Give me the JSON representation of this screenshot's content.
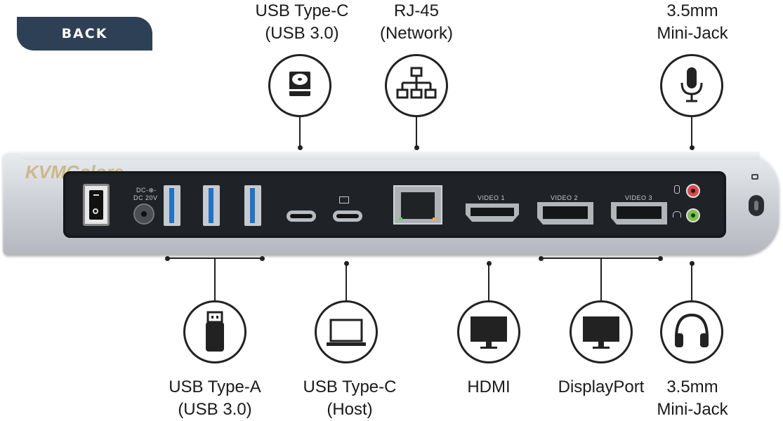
{
  "back_button": {
    "label": "BACK"
  },
  "watermark": "KVMGalore",
  "dock": {
    "dc_label_top": "DC-⊕-",
    "dc_label": "DC 20V",
    "video_labels": [
      "VIDEO 1",
      "VIDEO 2",
      "VIDEO 3"
    ]
  },
  "top_ports": [
    {
      "line1": "USB Type-C",
      "line2": "(USB 3.0)",
      "icon": "hard-drive-icon"
    },
    {
      "line1": "RJ-45",
      "line2": "(Network)",
      "icon": "network-icon"
    },
    {
      "line1": "3.5mm",
      "line2": "Mini-Jack",
      "icon": "microphone-icon"
    }
  ],
  "bottom_ports": [
    {
      "line1": "USB Type-A",
      "line2": "(USB 3.0)",
      "icon": "usb-stick-icon"
    },
    {
      "line1": "USB Type-C",
      "line2": "(Host)",
      "icon": "laptop-icon"
    },
    {
      "line1": "HDMI",
      "line2": "",
      "icon": "monitor-icon"
    },
    {
      "line1": "DisplayPort",
      "line2": "",
      "icon": "monitor-icon"
    },
    {
      "line1": "3.5mm",
      "line2": "Mini-Jack",
      "icon": "headphones-icon"
    }
  ]
}
